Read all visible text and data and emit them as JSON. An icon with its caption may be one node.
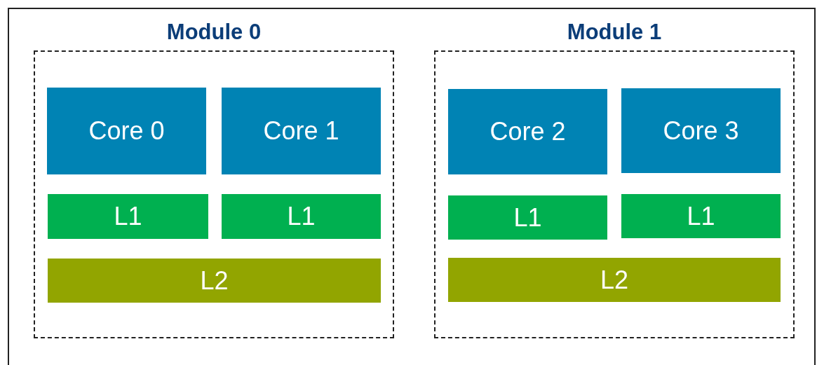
{
  "diagram": {
    "nodes": [
      {
        "text": [
          "Module 0"
        ]
      },
      {
        "text": [
          "Core 0"
        ],
        "in": 0
      },
      {
        "text": [
          "Core 1"
        ],
        "in": 0
      },
      {
        "text": [
          "L1"
        ],
        "in": 0
      },
      {
        "text": [
          "L1"
        ],
        "in": 0
      },
      {
        "text": [
          "L2"
        ],
        "in": 0
      },
      {
        "text": [
          "Module 1"
        ]
      },
      {
        "text": [
          "Core 2"
        ],
        "in": 6
      },
      {
        "text": [
          "Core 3"
        ],
        "in": 6
      },
      {
        "text": [
          "L1"
        ],
        "in": 6
      },
      {
        "text": [
          "L1"
        ],
        "in": 6
      },
      {
        "text": [
          "L2"
        ],
        "in": 6
      }
    ],
    "edges": []
  }
}
